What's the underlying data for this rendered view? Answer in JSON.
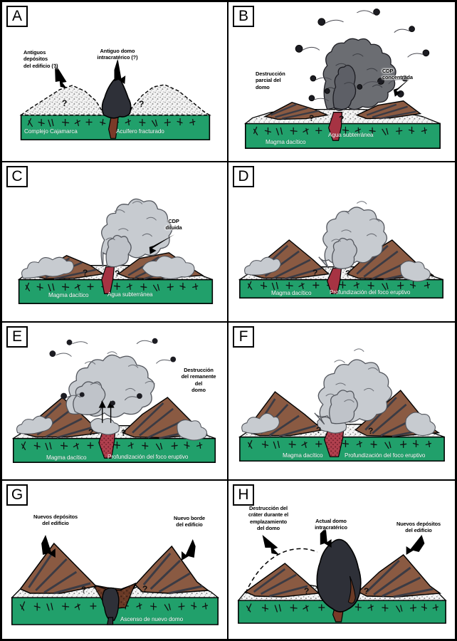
{
  "figure": {
    "title": "Modelo evolutivo eruptivo de un domo volcánico",
    "colors": {
      "basement_green": "#21a06b",
      "dome_black": "#2e3038",
      "conduit_red": "#a63343",
      "cloud_dark": "#6b6d72",
      "cloud_light": "#c7cbd0",
      "cone_brown": "#8a5a42",
      "cone_gray": "#4a4a52",
      "pumice_white": "#f2f2f2",
      "outline_black": "#000000"
    }
  },
  "panels": [
    {
      "letter": "A",
      "labels": [
        {
          "text": "Antiguos\ndepósitos\ndel edificio (?)",
          "name": "label-antiguos-depositos"
        },
        {
          "text": "Antiguo domo\nintracratérico (?)",
          "name": "label-antiguo-domo"
        }
      ],
      "basement_labels": [
        {
          "text": "Complejo Cajamarca",
          "name": "basement-label-complejo-cajamarca"
        },
        {
          "text": "Acuífero fracturado",
          "name": "basement-label-acuifero-fracturado"
        }
      ],
      "question_marks": [
        "?",
        "?"
      ]
    },
    {
      "letter": "B",
      "labels": [
        {
          "text": "Destrucción\nparcial del\ndomo",
          "name": "label-destruccion-parcial-domo"
        },
        {
          "text": "CDP\nconcentrada",
          "name": "label-cdp-concentrada"
        }
      ],
      "basement_labels": [
        {
          "text": "Magma dacítico",
          "name": "basement-label-magma-dacitico"
        },
        {
          "text": "Agua subterránea",
          "name": "basement-label-agua-subterranea"
        }
      ],
      "question_marks": [
        "?",
        "?"
      ]
    },
    {
      "letter": "C",
      "labels": [
        {
          "text": "CDP\ndiluida",
          "name": "label-cdp-diluida"
        }
      ],
      "basement_labels": [
        {
          "text": "Magma dacítico",
          "name": "basement-label-magma-dacitico"
        },
        {
          "text": "Agua subterránea",
          "name": "basement-label-agua-subterranea"
        }
      ],
      "question_marks": [
        "?",
        "?"
      ]
    },
    {
      "letter": "D",
      "labels": [],
      "basement_labels": [
        {
          "text": "Magma dacítico",
          "name": "basement-label-magma-dacitico"
        },
        {
          "text": "Profundización del foco eruptivo",
          "name": "basement-label-profundizacion-foco"
        }
      ],
      "question_marks": [
        "?",
        "?"
      ]
    },
    {
      "letter": "E",
      "labels": [
        {
          "text": "Destrucción\ndel remanente\ndel\ndomo",
          "name": "label-destruccion-remanente-domo"
        }
      ],
      "basement_labels": [
        {
          "text": "Magma dacítico",
          "name": "basement-label-magma-dacitico"
        },
        {
          "text": "Profundización del foco eruptivo",
          "name": "basement-label-profundizacion-foco"
        }
      ],
      "question_marks": [
        "?",
        "?"
      ]
    },
    {
      "letter": "F",
      "labels": [],
      "basement_labels": [
        {
          "text": "Magma dacítico",
          "name": "basement-label-magma-dacitico"
        },
        {
          "text": "Profundización del foco eruptivo",
          "name": "basement-label-profundizacion-foco"
        }
      ],
      "question_marks": [
        "?",
        "?"
      ]
    },
    {
      "letter": "G",
      "labels": [
        {
          "text": "Nuevos depósitos\ndel edificio",
          "name": "label-nuevos-depositos"
        },
        {
          "text": "Nuevo borde\ndel edificio",
          "name": "label-nuevo-borde"
        }
      ],
      "basement_labels": [
        {
          "text": "Ascenso de nuevo domo",
          "name": "basement-label-ascenso-nuevo-domo"
        }
      ],
      "question_marks": [
        "?",
        "?"
      ]
    },
    {
      "letter": "H",
      "labels": [
        {
          "text": "Destrucción del\ncráter durante el\nemplazamiento\ndel domo",
          "name": "label-destruccion-crater"
        },
        {
          "text": "Actual domo\nintracratérico",
          "name": "label-actual-domo"
        },
        {
          "text": "Nuevos depósitos\ndel edificio",
          "name": "label-nuevos-depositos"
        }
      ],
      "basement_labels": [],
      "question_marks": [
        "?",
        "?"
      ]
    }
  ]
}
